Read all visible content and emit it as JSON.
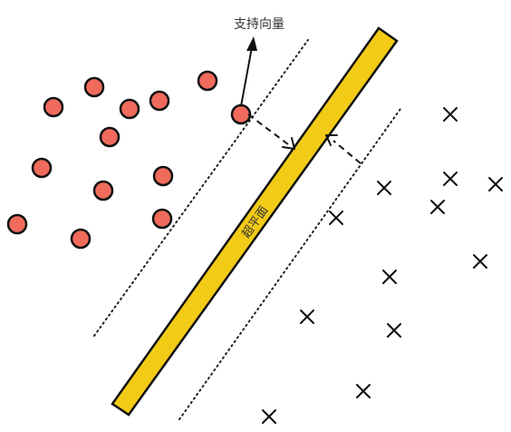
{
  "labels": {
    "support_vector": "支持向量",
    "hyperplane": "超平面"
  },
  "colors": {
    "class_a_fill": "#f06b5c",
    "outline": "#111111",
    "hyperplane_fill": "#f2cb16",
    "margin_line": "#222222",
    "text": "#333333"
  },
  "icons": {
    "class_a": "circle",
    "class_b": "cross"
  }
}
